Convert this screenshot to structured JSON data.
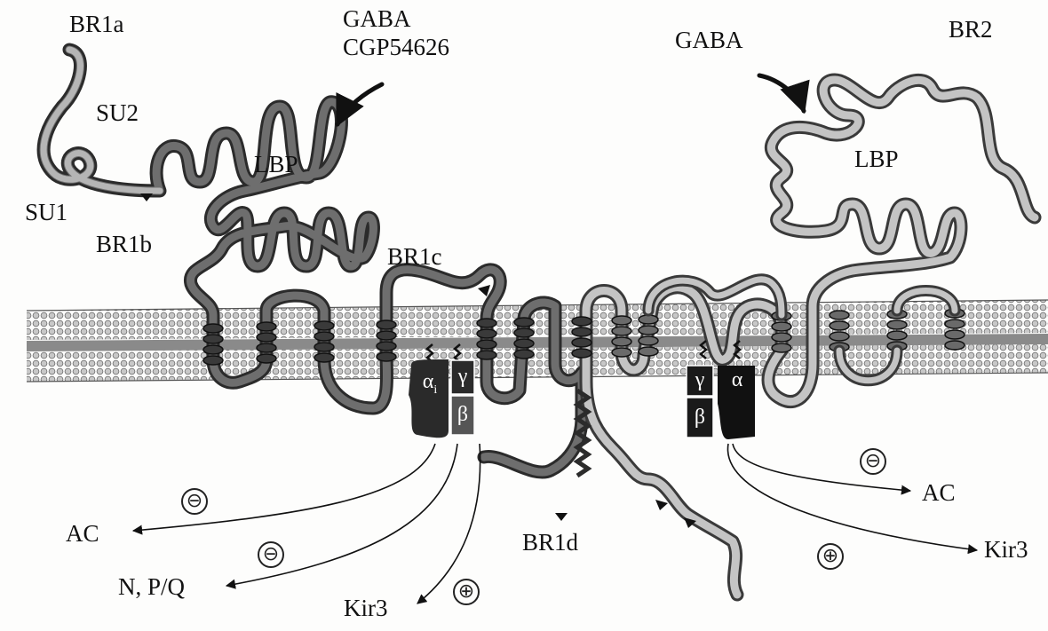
{
  "labels": {
    "br1a": "BR1a",
    "br1b": "BR1b",
    "br1c": "BR1c",
    "br1d": "BR1d",
    "br2": "BR2",
    "su1": "SU1",
    "su2": "SU2",
    "lbp_left": "LBP",
    "lbp_right": "LBP",
    "gaba_left": "GABA",
    "cgp": "CGP54626",
    "gaba_right": "GABA"
  },
  "gprotein_left": {
    "alpha": "α",
    "alpha_sub": "i",
    "gamma": "γ",
    "beta": "β"
  },
  "gprotein_right": {
    "alpha": "α",
    "gamma": "γ",
    "beta": "β"
  },
  "effectors_left": [
    {
      "target": "AC",
      "sign": "⊖"
    },
    {
      "target": "N, P/Q",
      "sign": "⊖"
    },
    {
      "target": "Kir3",
      "sign": "⊕"
    }
  ],
  "effectors_right": [
    {
      "target": "AC",
      "sign": "⊖"
    },
    {
      "target": "Kir3",
      "sign": "⊕"
    }
  ],
  "colors": {
    "br1_chain": "#5a5a5a",
    "br2_chain": "#a0a0a0",
    "membrane_head": "#b8b8b8",
    "gprotein": "#2a2a2a"
  }
}
